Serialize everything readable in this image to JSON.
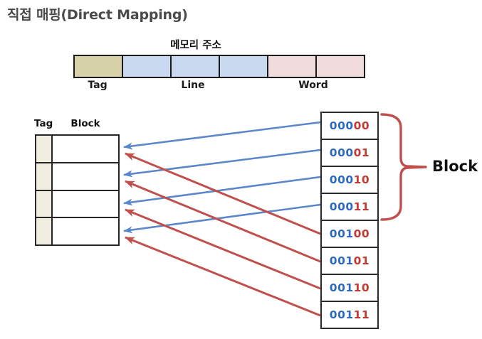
{
  "title": "직접 매핑(Direct Mapping)",
  "memory_address_bar": {
    "label": "메모리 주소",
    "field_labels": {
      "tag": "Tag",
      "line": "Line",
      "word": "Word"
    },
    "segment_counts": {
      "tag": 1,
      "line": 3,
      "word": 2
    },
    "segment_colors": {
      "tag": "#d8d2ab",
      "line": "#c9daf0",
      "word": "#f2dbdc"
    }
  },
  "cache_table": {
    "headers": {
      "tag": "Tag",
      "block": "Block"
    },
    "row_count": 4,
    "tag_column_fill": "#f0eee1"
  },
  "memory_blocks": {
    "cells": [
      {
        "value": "00000",
        "prefix": "000",
        "suffix": "00"
      },
      {
        "value": "00001",
        "prefix": "000",
        "suffix": "01"
      },
      {
        "value": "00010",
        "prefix": "000",
        "suffix": "10"
      },
      {
        "value": "00011",
        "prefix": "000",
        "suffix": "11"
      },
      {
        "value": "00100",
        "prefix": "001",
        "suffix": "00"
      },
      {
        "value": "00101",
        "prefix": "001",
        "suffix": "01"
      },
      {
        "value": "00110",
        "prefix": "001",
        "suffix": "10"
      },
      {
        "value": "00111",
        "prefix": "001",
        "suffix": "11"
      }
    ],
    "prefix_color": "#2e6bc0",
    "suffix_color": "#c23a31"
  },
  "block_group": {
    "label": "Block",
    "brace_color": "#c0504d"
  },
  "arrows": {
    "blue_color": "#5b87ca",
    "red_color": "#c0504d",
    "mapping": "memory cell i → cache line (i mod 4); blue = cells 0-3, red = cells 4-7"
  }
}
